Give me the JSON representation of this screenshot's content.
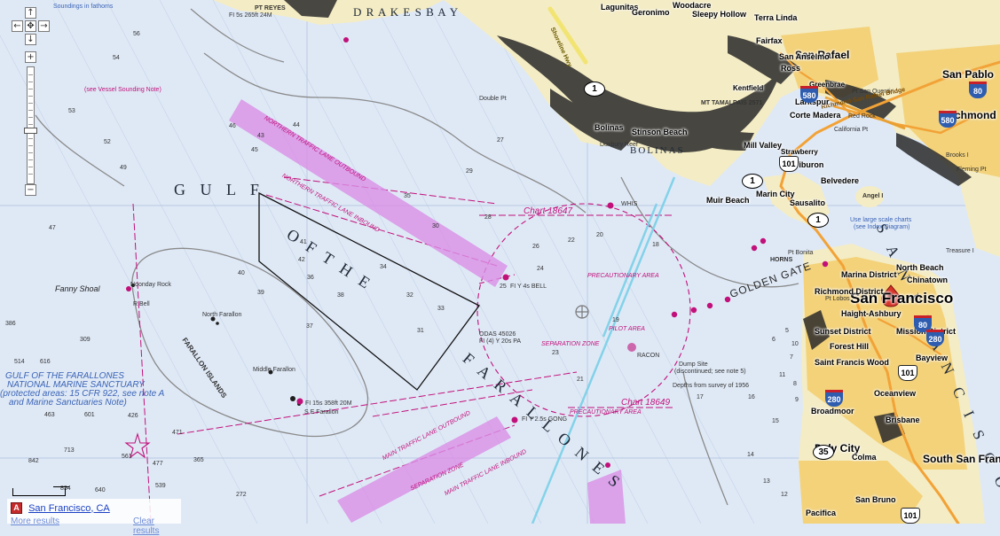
{
  "map": {
    "cities": {
      "san_francisco": "San Francisco",
      "richmond": "Richmond",
      "san_rafael": "San Rafael",
      "san_pablo": "San Pablo",
      "fairfax": "Fairfax",
      "san_anselmo": "San Anselmo",
      "ross": "Ross",
      "larkspur": "Larkspur",
      "corte_madera": "Corte Madera",
      "mill_valley": "Mill Valley",
      "tiburon": "Tiburon",
      "belvedere": "Belvedere",
      "sausalito": "Sausalito",
      "stinson_beach": "Stinson Beach",
      "bolinas": "Bolinas",
      "muir_beach": "Muir Beach",
      "marin_city": "Marin City",
      "daly_city": "Daly City",
      "south_san_francisco": "South San Francisco",
      "san_bruno": "San Bruno",
      "pacifica": "Pacifica",
      "brisbane": "Brisbane",
      "colma": "Colma",
      "broadmoor": "Broadmoor",
      "woodacre": "Woodacre",
      "lagunitas": "Lagunitas",
      "geronimo": "Geronimo",
      "terra_linda": "Terra Linda",
      "sleepy_hollow": "Sleepy Hollow",
      "kentfield": "Kentfield",
      "strawberry": "Strawberry",
      "greenbrae": "Greenbrae"
    },
    "districts": {
      "north_beach": "North Beach",
      "chinatown": "Chinatown",
      "marina": "Marina District",
      "richmond_district": "Richmond District",
      "haight_ashbury": "Haight-Ashbury",
      "sunset": "Sunset District",
      "mission": "Mission District",
      "forest_hill": "Forest Hill",
      "bayview": "Bayview",
      "saint_francis_wood": "Saint Francis Wood",
      "oceanview": "Oceanview"
    },
    "water": {
      "drakes_bay": "D R A K E S   B A Y",
      "gulf": "G U L F",
      "of_the": "O F     T H E",
      "farallones": "F A R A L L O N E S",
      "sf": "S A N   F R A N C I S C O",
      "golden_gate": "GOLDEN GATE",
      "bolinas_bay": "BOLINAS",
      "gulf_sanctuary_1": "GULF OF THE FARALLONES",
      "gulf_sanctuary_2": "NATIONAL MARINE SANCTUARY",
      "gulf_sanctuary_3": "(protected areas: 15 CFR 922, see note A",
      "gulf_sanctuary_4": "and Marine Sanctuaries Note)"
    },
    "features": {
      "mt_tamalpais": "MT TAMALPAIS 2571",
      "fanny_shoal": "Fanny Shoal",
      "noonday_rock": "Noonday Rock",
      "north_farallon": "North Farallon",
      "middle_farallon": "Middle Farallon",
      "se_farallon": "S E Farallon",
      "farallon_islands": "FARALLON ISLANDS",
      "pt_reyes": "PT REYES",
      "double_point": "Double Pt",
      "duxbury_reef": "Duxbury Reef",
      "pt_bonita": "Pt Bonita",
      "point_lobos": "Pt Lobos",
      "red_rock": "Red Rock",
      "california_pt": "California Pt",
      "treasure_island": "Treasure I",
      "angel_island": "Angel I",
      "pt_san_quentin": "Pt San Quentin",
      "brooks_island": "Brooks I",
      "fleming_pt": "Fleming Pt"
    },
    "chart_notes": {
      "chart_18647": "Chart 18647",
      "chart_18649": "Chart 18649",
      "precautionary_area_1": "PRECAUTIONARY AREA",
      "precautionary_area_2": "PRECAUTIONARY AREA",
      "pilot_area": "PILOT AREA",
      "separation_zone_1": "SEPARATION ZONE",
      "separation_zone_2": "SEPARATION ZONE",
      "northern_traffic_lane_out": "NORTHERN TRAFFIC LANE OUTBOUND",
      "northern_traffic_lane_in": "NORTHERN TRAFFIC LANE INBOUND",
      "main_traffic_lane_out": "MAIN TRAFFIC LANE OUTBOUND",
      "main_traffic_lane_in": "MAIN TRAFFIC LANE INBOUND",
      "dump_site": "Dump Site",
      "dump_site_note": "(discontinued; see note 5)",
      "depths_note": "Depths from survey of 1956",
      "use_large_scale": "Use large scale charts",
      "use_large_scale_2": "(see Index Diagram)",
      "see_hawaii": "(see Vessel Sounding Note)",
      "gong": "FI Y 2.5s GONG",
      "bell_1": "FI Y 4s BELL",
      "racon": "RACON",
      "pt_reyes_light": "FI 5s 265ft 24M",
      "se_farallon_light": "FI 15s 358ft 20M",
      "oda": "ODAS 45026",
      "oda_fl": "FI (4) Y 20s PA",
      "horns": "HORNS",
      "whis": "WHIS",
      "rr_bell": "R Bell",
      "depth_title": "Soundings in fathoms"
    },
    "bridges": {
      "richmond_san_rafael": "Richmond-San Rafael Bridge"
    },
    "roads": {
      "shoreline_hwy": "Shoreline Hwy",
      "hwy_1": "1",
      "hwy_101": "101",
      "i580": "580",
      "i80": "80",
      "i280": "280",
      "hwy_35": "35"
    },
    "depth_samples": [
      "56",
      "54",
      "53",
      "52",
      "49",
      "47",
      "46",
      "45",
      "44",
      "43",
      "42",
      "41",
      "40",
      "39",
      "38",
      "37",
      "36",
      "35",
      "34",
      "33",
      "32",
      "31",
      "30",
      "29",
      "28",
      "27",
      "26",
      "25",
      "24",
      "23",
      "22",
      "21",
      "20",
      "19",
      "18",
      "17",
      "16",
      "15",
      "14",
      "13",
      "12",
      "11",
      "10",
      "9",
      "8",
      "7",
      "6",
      "5"
    ],
    "deep_soundings": [
      "616",
      "514",
      "463",
      "386",
      "309",
      "601",
      "539",
      "713",
      "842",
      "471",
      "426",
      "365",
      "640",
      "834",
      "561",
      "477",
      "272"
    ]
  },
  "nav": {
    "pan_up": "↑",
    "pan_left": "←",
    "pan_center": "✥",
    "pan_right": "→",
    "pan_down": "↓",
    "zoom_in": "+",
    "zoom_out": "−",
    "zoom_level_fraction": 0.55
  },
  "results": {
    "marker": "A",
    "location": "San Francisco, CA",
    "more": "More results",
    "clear": "Clear results"
  },
  "colors": {
    "water": "#dfe9f6",
    "land": "#f4ecc4",
    "terrain": "#2a2a2a",
    "urban": "#f3d27a",
    "magenta": "#c2107a",
    "traffic_lane": "#d98ee6",
    "contour": "#8a8a8a",
    "channel": "#7ad0e8",
    "result_marker": "#c62b2b",
    "link": "#1a3fc4"
  }
}
